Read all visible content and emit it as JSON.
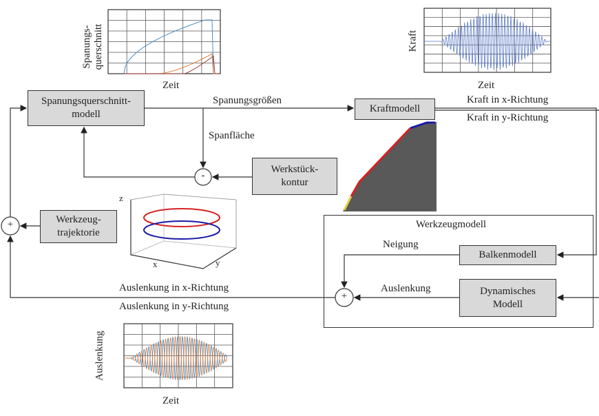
{
  "charts": {
    "top_left": {
      "ylabel_1": "Spanungs-",
      "ylabel_2": "querschnitt",
      "xlabel": "Zeit"
    },
    "top_right": {
      "ylabel": "Kraft",
      "xlabel": "Zeit"
    },
    "bottom": {
      "ylabel": "Auslenkung",
      "xlabel": "Zeit"
    },
    "trajectory": {
      "x_axis": "x",
      "y_axis": "y",
      "z_axis": "z"
    }
  },
  "blocks": {
    "spanungsquerschnitt": [
      "Spanungsquerschnitt-",
      "modell"
    ],
    "kraftmodell": "Kraftmodell",
    "werkstueck": [
      "Werkstück-",
      "kontur"
    ],
    "trajektorie": [
      "Werkzeug-",
      "trajektorie"
    ],
    "werkzeugmodell": "Werkzeugmodell",
    "balkenmodell": "Balkenmodell",
    "dynamisch": [
      "Dynamisches",
      "Modell"
    ]
  },
  "signals": {
    "spanungsgroessen": "Spanungsgrößen",
    "kraft_x": "Kraft in x-Richtung",
    "kraft_y": "Kraft in y-Richtung",
    "spanflaeche": "Spanfläche",
    "neigung": "Neigung",
    "auslenkung": "Auslenkung",
    "auslenkung_x": "Auslenkung in x-Richtung",
    "auslenkung_y": "Auslenkung in y-Richtung"
  },
  "operators": {
    "minus": "-",
    "plus_left": "+",
    "plus_right": "+"
  },
  "colors": {
    "blue": "#4a8fc4",
    "orange": "#e07b39",
    "red": "#d62020",
    "navy": "#1a1aa8",
    "tool": "#595959"
  }
}
